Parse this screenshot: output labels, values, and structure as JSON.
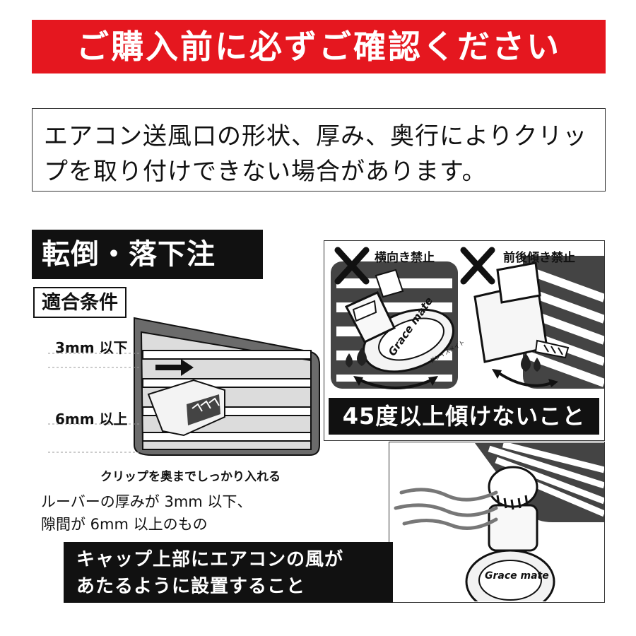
{
  "header": {
    "title": "ご購入前に必ずご確認ください"
  },
  "notice": {
    "line1": "エアコン送風口の形状、厚み、奥行によりクリッ",
    "line2": "プを取り付けできない場合があります。"
  },
  "fall_warning": {
    "title": "転倒・落下注意！"
  },
  "conditions": {
    "title": "適合条件",
    "thickness_label": "3mm 以下",
    "gap_label": "6mm 以上",
    "clip_instruction": "クリップを奥までしっかり入れる",
    "description_line1": "ルーバーの厚みが 3mm 以下、",
    "description_line2": "隙間が 6mm 以上のもの"
  },
  "tilt": {
    "sideways_label": "横向き禁止",
    "forward_back_label": "前後傾き禁止",
    "banner": "45度以上傾けないこと",
    "product_logo": "Grace mate",
    "product_logo_small": "グレイスメイト"
  },
  "airflow": {
    "line1": "キャップ上部にエアコンの風が",
    "line2": "あたるように設置すること"
  },
  "colors": {
    "accent_red": "#e5171f",
    "black": "#111111",
    "louver_gray": "#6b6b6b"
  }
}
